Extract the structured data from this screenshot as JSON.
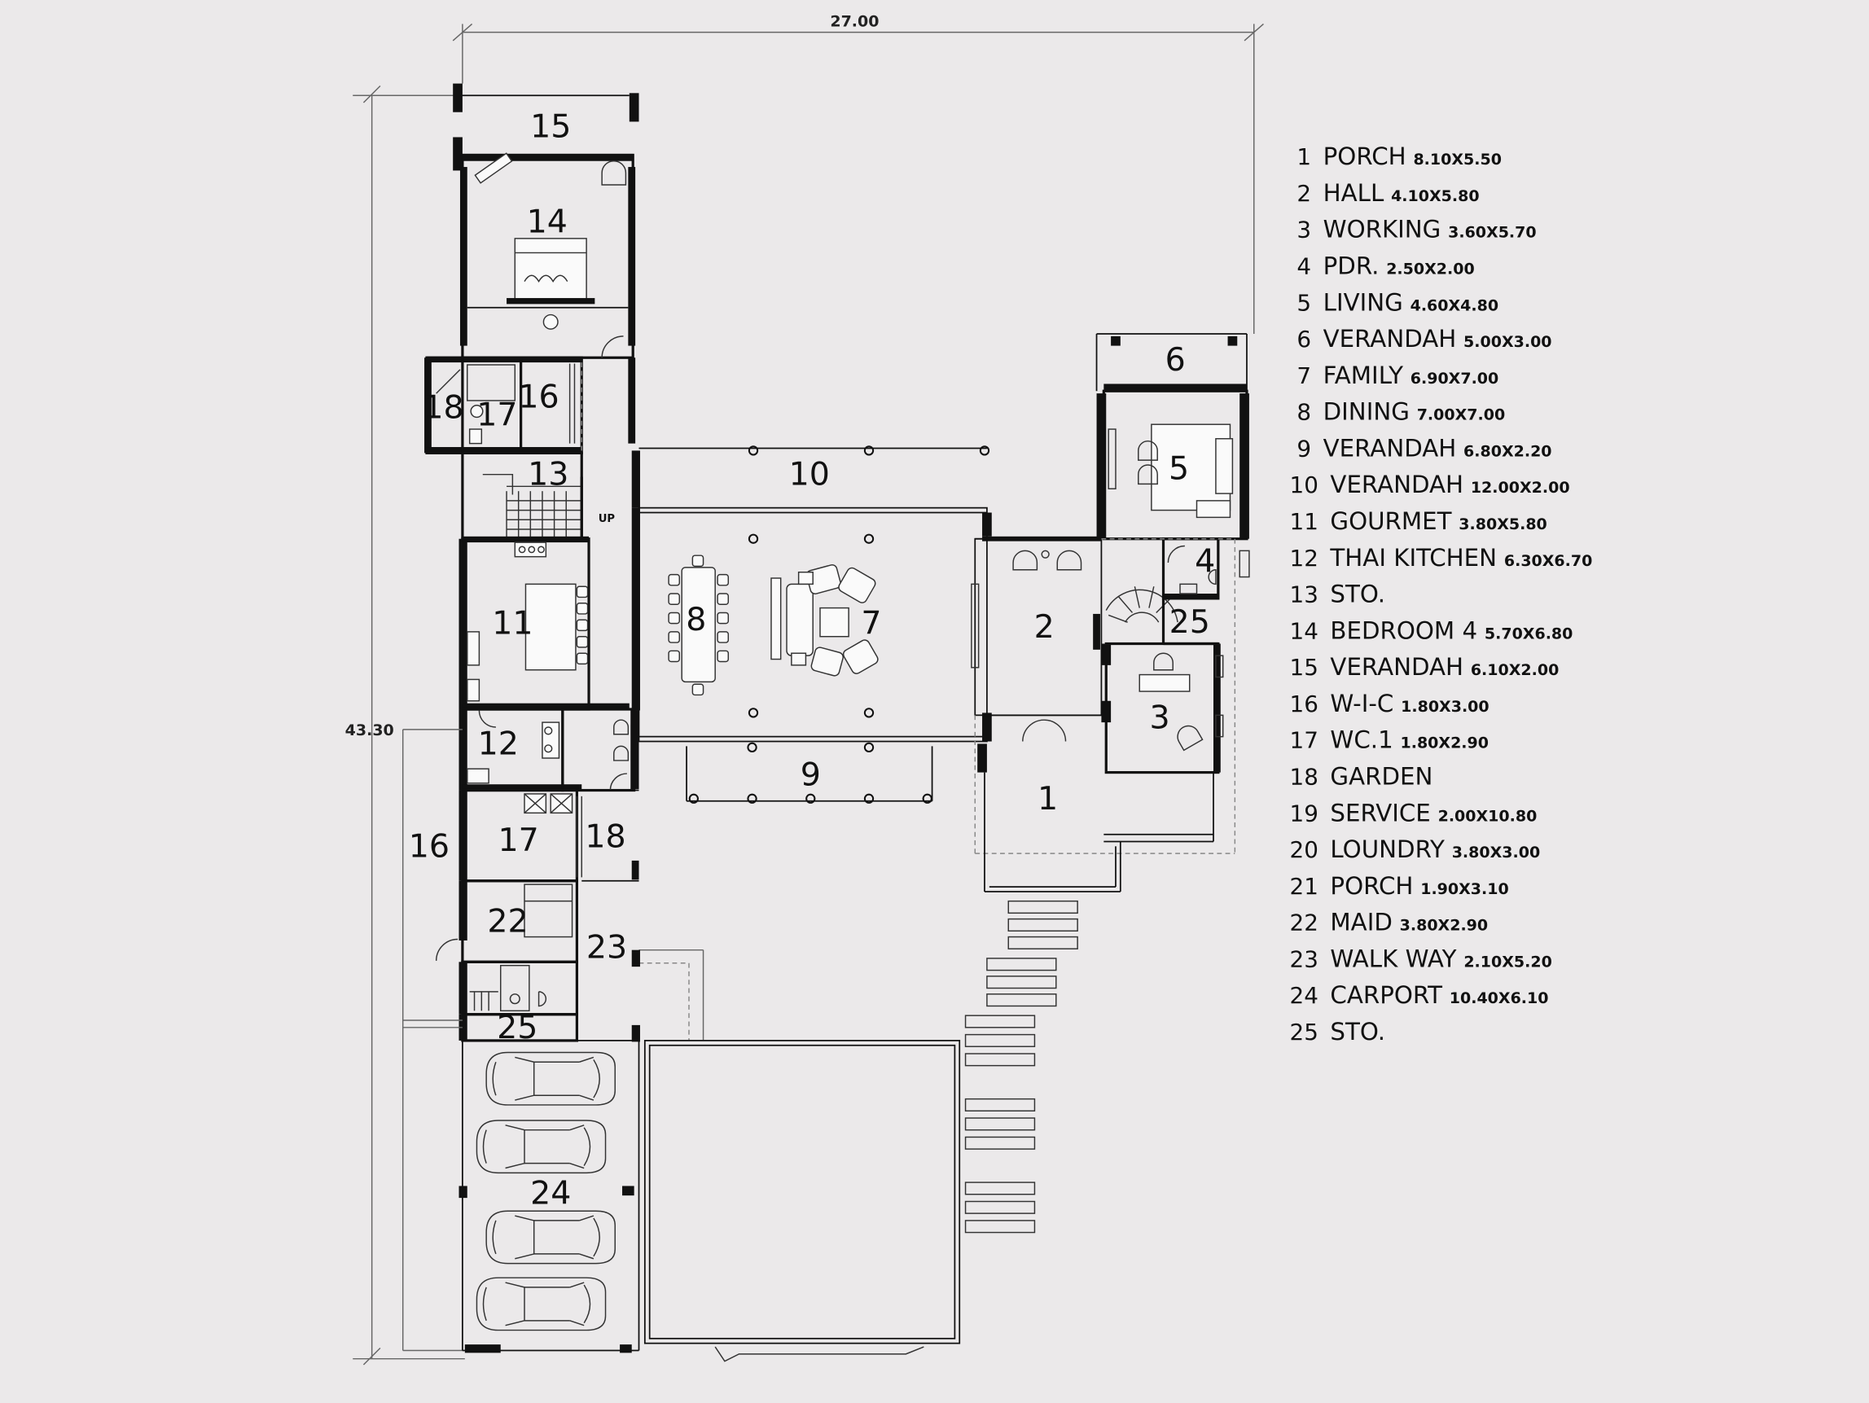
{
  "dimensions": {
    "width": "27.00",
    "height": "43.30"
  },
  "stair_label": "UP",
  "rooms": {
    "r1": "1",
    "r2": "2",
    "r3": "3",
    "r4": "4",
    "r5": "5",
    "r6": "6",
    "r7": "7",
    "r8": "8",
    "r9": "9",
    "r10": "10",
    "r11": "11",
    "r12": "12",
    "r13": "13",
    "r14": "14",
    "r15": "15",
    "r16a": "16",
    "r16b": "16",
    "r17a": "17",
    "r17b": "17",
    "r18a": "18",
    "r18b": "18",
    "r22": "22",
    "r23": "23",
    "r24": "24",
    "r25a": "25",
    "r25b": "25"
  },
  "legend": [
    {
      "num": "1",
      "name": "PORCH",
      "size": "8.10X5.50"
    },
    {
      "num": "2",
      "name": "HALL",
      "size": "4.10X5.80"
    },
    {
      "num": "3",
      "name": "WORKING",
      "size": "3.60X5.70"
    },
    {
      "num": "4",
      "name": "PDR.",
      "size": "2.50X2.00"
    },
    {
      "num": "5",
      "name": "LIVING",
      "size": "4.60X4.80"
    },
    {
      "num": "6",
      "name": "VERANDAH",
      "size": "5.00X3.00"
    },
    {
      "num": "7",
      "name": "FAMILY",
      "size": "6.90X7.00"
    },
    {
      "num": "8",
      "name": "DINING",
      "size": "7.00X7.00"
    },
    {
      "num": "9",
      "name": "VERANDAH",
      "size": "6.80X2.20"
    },
    {
      "num": "10",
      "name": "VERANDAH",
      "size": "12.00X2.00"
    },
    {
      "num": "11",
      "name": "GOURMET",
      "size": "3.80X5.80"
    },
    {
      "num": "12",
      "name": "THAI KITCHEN",
      "size": "6.30X6.70"
    },
    {
      "num": "13",
      "name": "STO.",
      "size": ""
    },
    {
      "num": "14",
      "name": "BEDROOM 4",
      "size": "5.70X6.80"
    },
    {
      "num": "15",
      "name": "VERANDAH",
      "size": "6.10X2.00"
    },
    {
      "num": "16",
      "name": "W-I-C",
      "size": "1.80X3.00"
    },
    {
      "num": "17",
      "name": "WC.1",
      "size": "1.80X2.90"
    },
    {
      "num": "18",
      "name": "GARDEN",
      "size": ""
    },
    {
      "num": "19",
      "name": "SERVICE",
      "size": "2.00X10.80"
    },
    {
      "num": "20",
      "name": "LOUNDRY",
      "size": "3.80X3.00"
    },
    {
      "num": "21",
      "name": "PORCH",
      "size": "1.90X3.10"
    },
    {
      "num": "22",
      "name": "MAID",
      "size": "3.80X2.90"
    },
    {
      "num": "23",
      "name": "WALK WAY",
      "size": "2.10X5.20"
    },
    {
      "num": "24",
      "name": "CARPORT",
      "size": "10.40X6.10"
    },
    {
      "num": "25",
      "name": "STO.",
      "size": ""
    }
  ]
}
